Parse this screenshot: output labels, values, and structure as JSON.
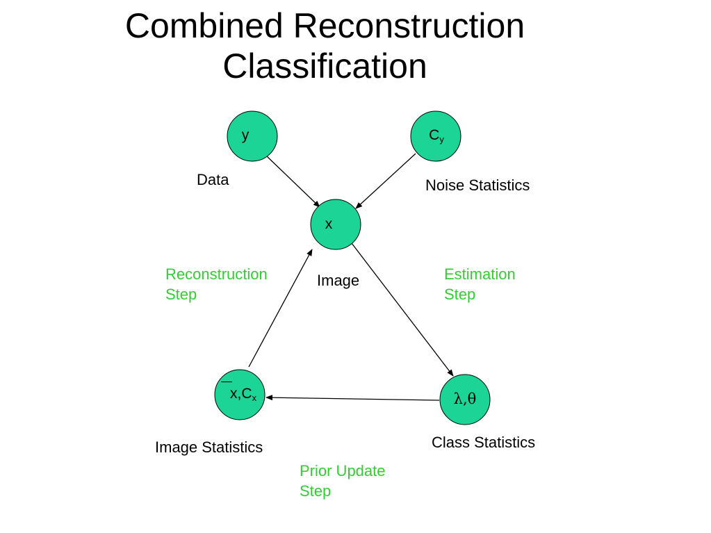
{
  "title": {
    "line1": "Combined Reconstruction",
    "line2": "Classification"
  },
  "nodes": {
    "y": {
      "label": "y"
    },
    "cy": {
      "label": "C",
      "sub": "y"
    },
    "x": {
      "label": "x"
    },
    "prior": {
      "label": "x,C",
      "sub": "x"
    },
    "class": {
      "label": "λ,θ"
    }
  },
  "captions": {
    "data": "Data",
    "noise": "Noise Statistics",
    "image": "Image",
    "image_stats": "Image Statistics",
    "class_stats": "Class Statistics"
  },
  "steps": {
    "reconstruction": {
      "line1": "Reconstruction",
      "line2": "Step"
    },
    "estimation": {
      "line1": "Estimation",
      "line2": "Step"
    },
    "prior_update": {
      "line1": "Prior Update",
      "line2": "Step"
    }
  },
  "colors": {
    "node_fill": "#1BD495",
    "step_text": "#33CC33",
    "text": "#000000"
  }
}
